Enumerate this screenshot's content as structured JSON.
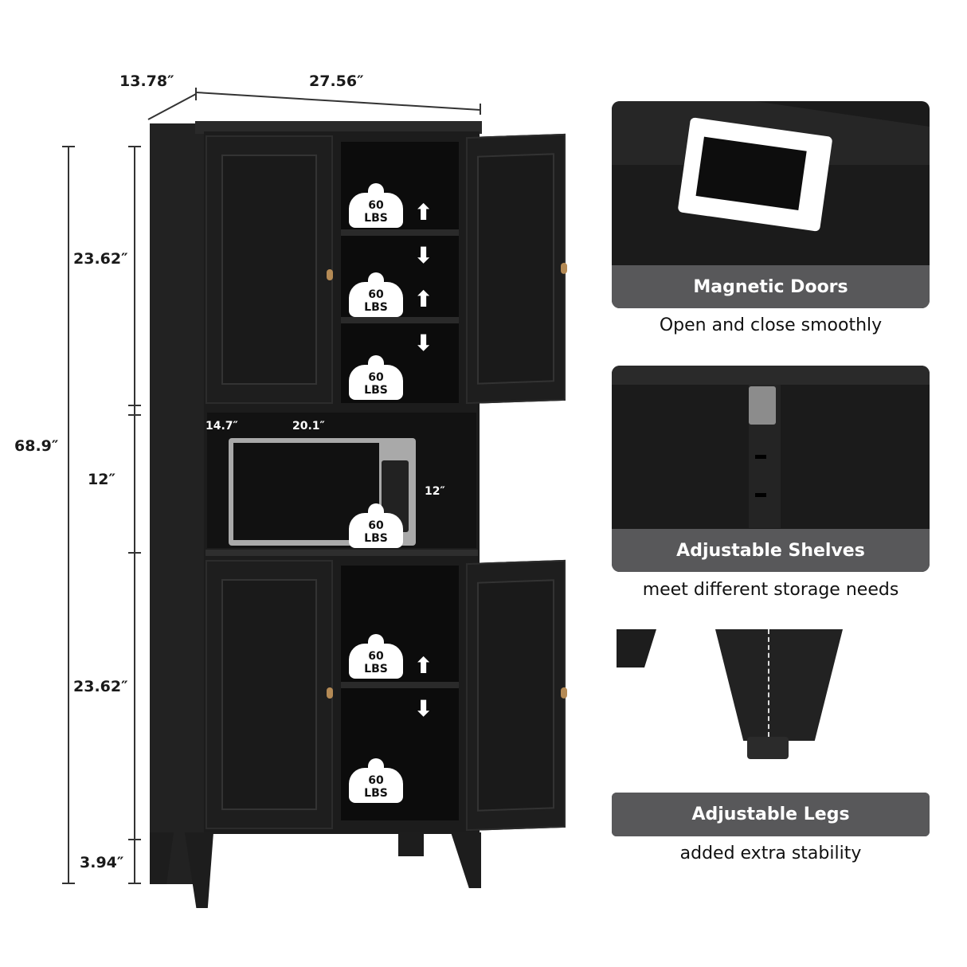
{
  "dimensions": {
    "depth": "13.78″",
    "width": "27.56″",
    "total_height": "68.9″",
    "upper_section": "23.62″",
    "middle_section": "12″",
    "lower_section": "23.62″",
    "leg_height": "3.94″",
    "microwave_depth": "14.7″",
    "microwave_width": "20.1″",
    "microwave_height": "12″"
  },
  "cabinet": {
    "badges": [
      {
        "value": "60",
        "unit": "LBS"
      },
      {
        "value": "60",
        "unit": "LBS"
      },
      {
        "value": "60",
        "unit": "LBS"
      },
      {
        "value": "60",
        "unit": "LBS"
      },
      {
        "value": "60",
        "unit": "LBS"
      },
      {
        "value": "60",
        "unit": "LBS"
      }
    ],
    "arrow_up": "⬆",
    "arrow_down": "⬇"
  },
  "features": [
    {
      "title": "Magnetic Doors",
      "subtitle": "Open and close smoothly"
    },
    {
      "title": "Adjustable Shelves",
      "subtitle": "meet different storage needs"
    },
    {
      "title": "Adjustable Legs",
      "subtitle": "added extra stability"
    }
  ],
  "colors": {
    "cabinet": "#1c1c1c",
    "caption_bar": "#58585a",
    "knob": "#b48a55"
  }
}
